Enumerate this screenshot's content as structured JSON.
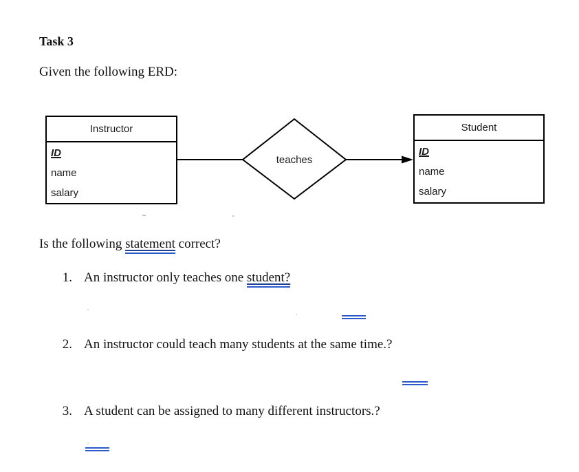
{
  "document": {
    "task_title": "Task 3",
    "intro": "Given the following ERD:",
    "question": {
      "before": "Is the following ",
      "flagged": "statement",
      "after": " correct?"
    }
  },
  "erd": {
    "relationship_label": "teaches",
    "instructor": {
      "title": "Instructor",
      "attributes": {
        "pk": "ID",
        "a1": "name",
        "a2": "salary"
      }
    },
    "student": {
      "title": "Student",
      "attributes": {
        "pk": "ID",
        "a1": "name",
        "a2": "salary"
      }
    }
  },
  "statements": [
    {
      "number": "1.",
      "text": "An instructor only teaches one ",
      "flagged": "student?"
    },
    {
      "number": "2.",
      "text": "An instructor could teach many students at the same time.?",
      "flagged": ""
    },
    {
      "number": "3.",
      "text": "A student can be assigned to many different instructors.?",
      "flagged": ""
    }
  ],
  "colors": {
    "grammar_blue": "#2b5bc8",
    "diagram_stroke": "#000000",
    "ink": "#111111"
  }
}
